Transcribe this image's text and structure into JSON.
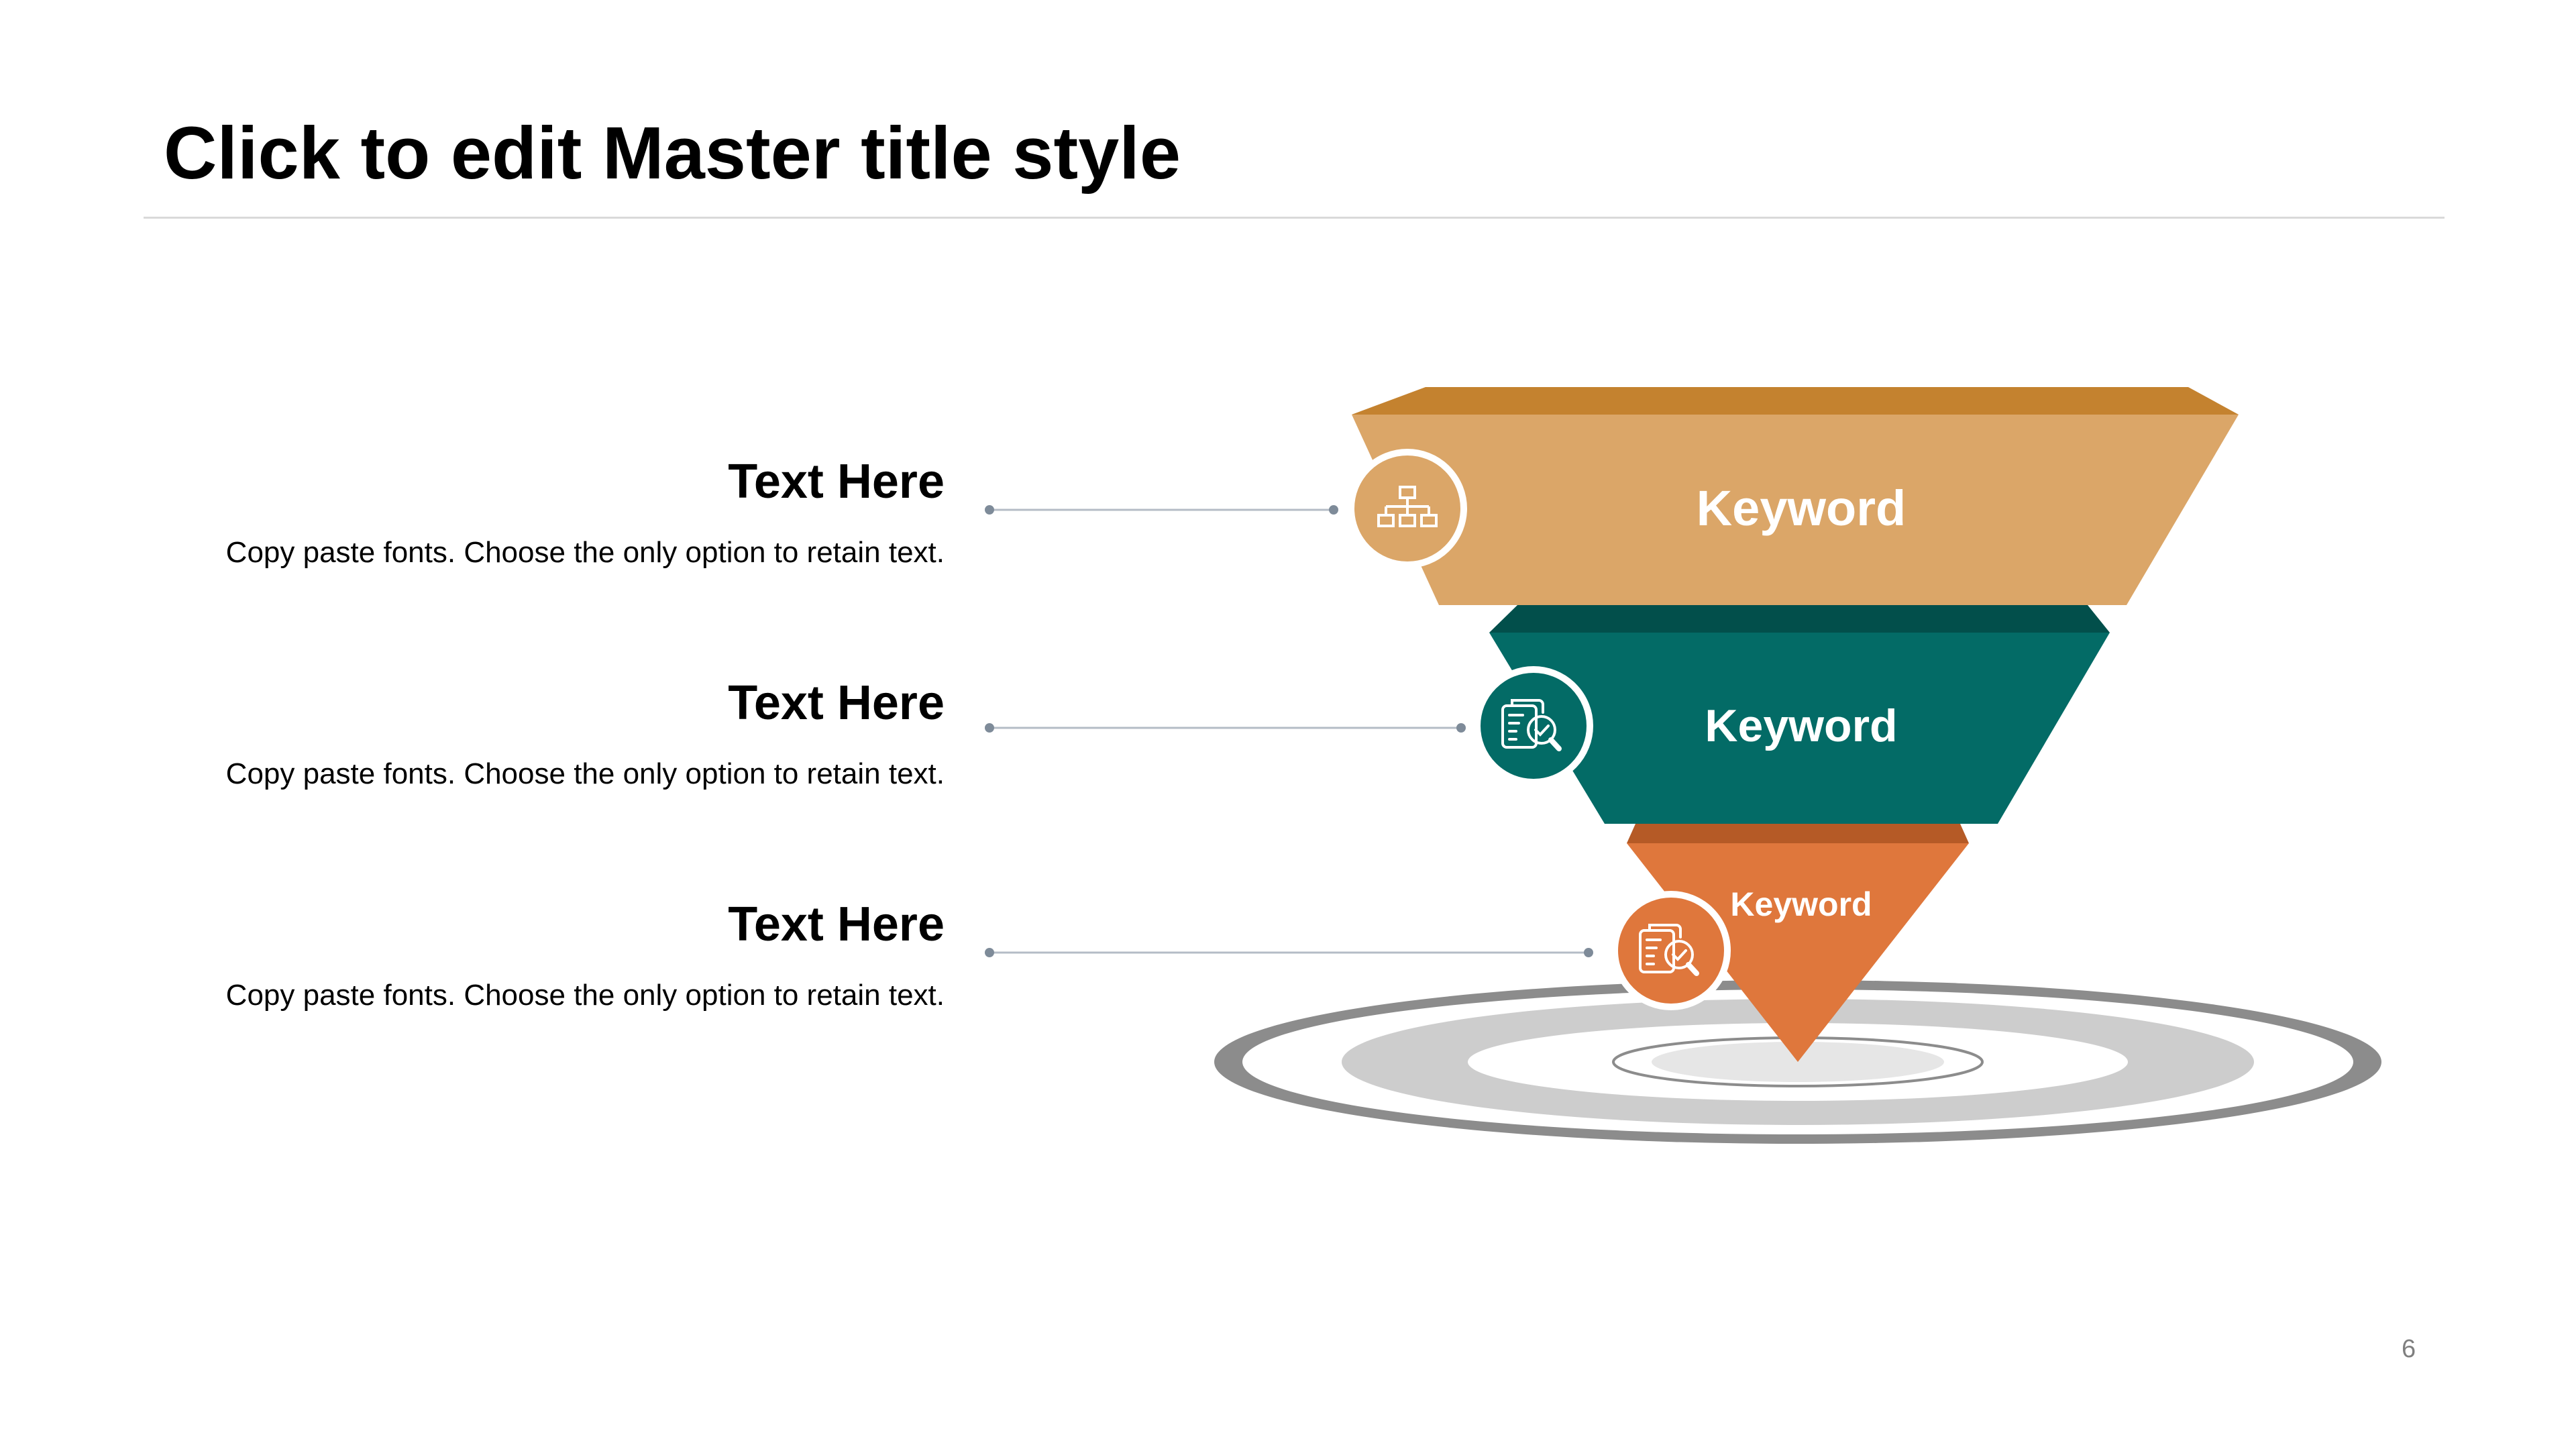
{
  "slide": {
    "title": "Click to edit Master title style",
    "page_number": "6"
  },
  "items": [
    {
      "heading": "Text Here",
      "description": "Copy paste fonts. Choose the only option to retain text.",
      "keyword": "Keyword",
      "color": "#DBA668",
      "top_color": "#C4822F",
      "icon": "org-chart-icon"
    },
    {
      "heading": "Text Here",
      "description": "Copy paste fonts. Choose the only option to retain text.",
      "keyword": "Keyword",
      "color": "#036B66",
      "top_color": "#024F4B",
      "icon": "document-search-icon"
    },
    {
      "heading": "Text Here",
      "description": "Copy paste fonts. Choose the only option to retain text.",
      "keyword": "Keyword",
      "color": "#DF773C",
      "top_color": "#B55A26",
      "icon": "document-search-icon"
    }
  ],
  "colors": {
    "connector": "#B4BCC6",
    "connector_dot": "#7E8B99",
    "ring_outer": "#8C8C8C",
    "ring_mid": "#CDCDCD",
    "ring_inner": "#E6E6E6"
  }
}
